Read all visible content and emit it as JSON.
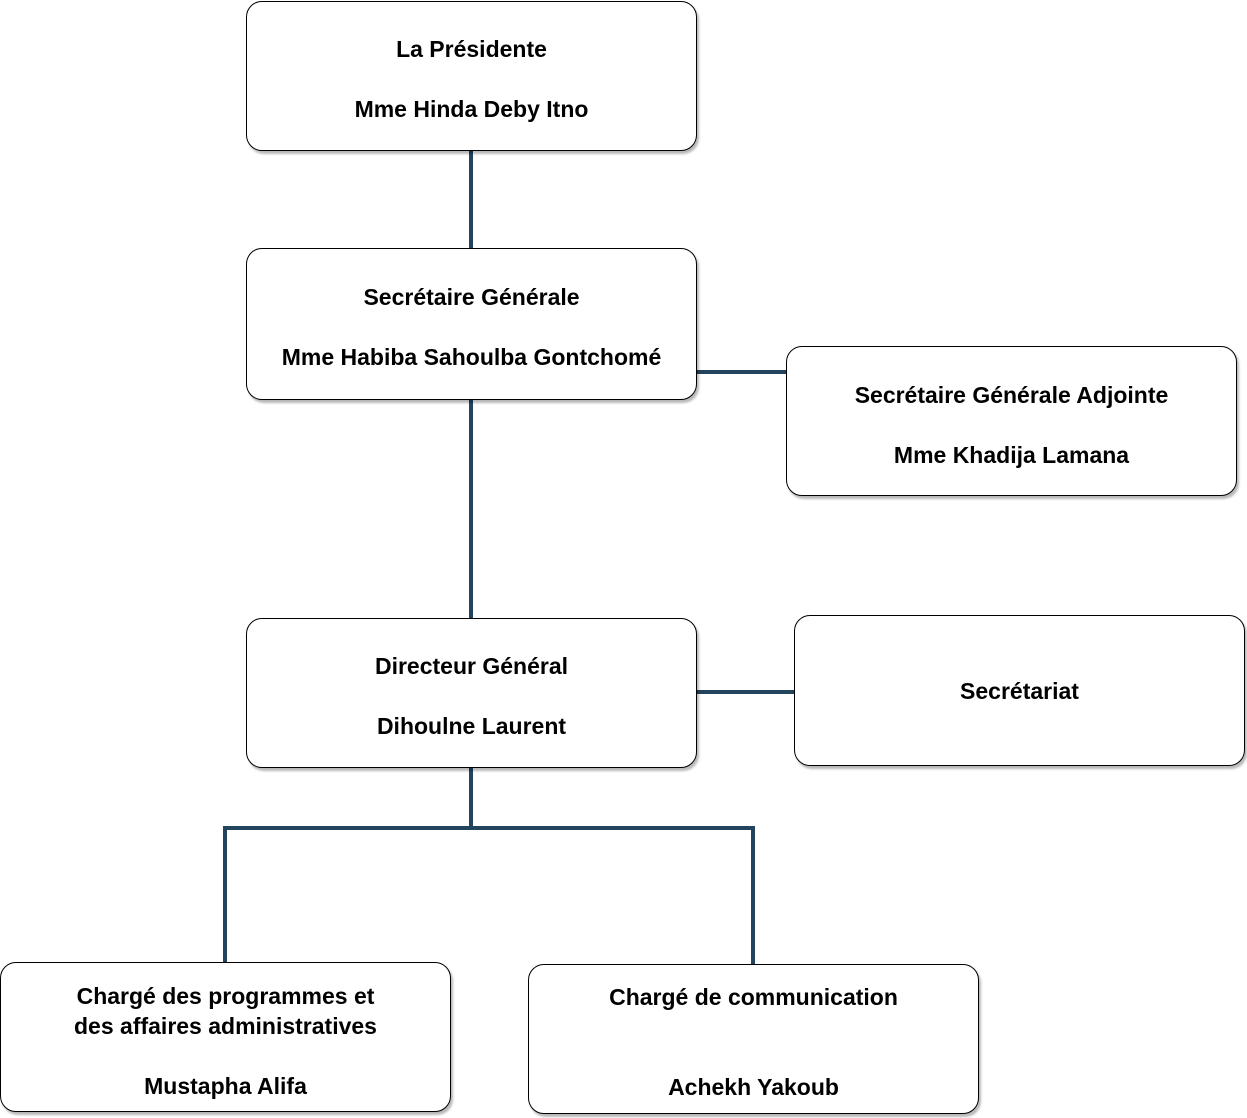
{
  "colors": {
    "connector": "#23445d",
    "box_border": "#000000",
    "text": "#000000"
  },
  "nodes": {
    "presidente": {
      "role": "La Présidente",
      "person": "Mme Hinda Deby Itno"
    },
    "sec_generale": {
      "role": "Secrétaire Générale",
      "person": "Mme Habiba Sahoulba Gontchomé"
    },
    "sec_adjointe": {
      "role": "Secrétaire Générale Adjointe",
      "person": "Mme Khadija Lamana"
    },
    "directeur": {
      "role": "Directeur Général",
      "person": "Dihoulne Laurent"
    },
    "secretariat": {
      "role": "Secrétariat"
    },
    "programmes": {
      "role_line1": "Chargé des programmes et",
      "role_line2": "des affaires administratives",
      "person": "Mustapha Alifa"
    },
    "communication": {
      "role": "Chargé de communication",
      "person": "Achekh Yakoub"
    }
  }
}
